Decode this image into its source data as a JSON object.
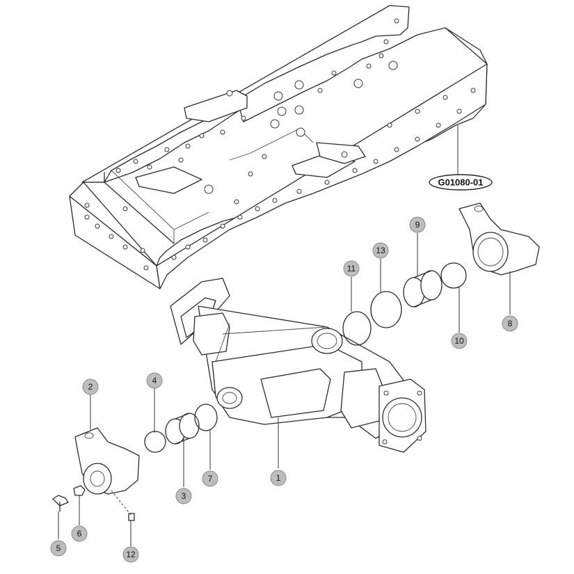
{
  "reference_label": "G01080-01",
  "callouts": [
    {
      "id": "c1",
      "label": "1"
    },
    {
      "id": "c2",
      "label": "2"
    },
    {
      "id": "c3",
      "label": "3"
    },
    {
      "id": "c4",
      "label": "4"
    },
    {
      "id": "c5",
      "label": "5"
    },
    {
      "id": "c6",
      "label": "6"
    },
    {
      "id": "c7",
      "label": "7"
    },
    {
      "id": "c8",
      "label": "8"
    },
    {
      "id": "c9",
      "label": "9"
    },
    {
      "id": "c10",
      "label": "10"
    },
    {
      "id": "c11",
      "label": "11"
    },
    {
      "id": "c12",
      "label": "12"
    },
    {
      "id": "c13",
      "label": "13"
    }
  ]
}
